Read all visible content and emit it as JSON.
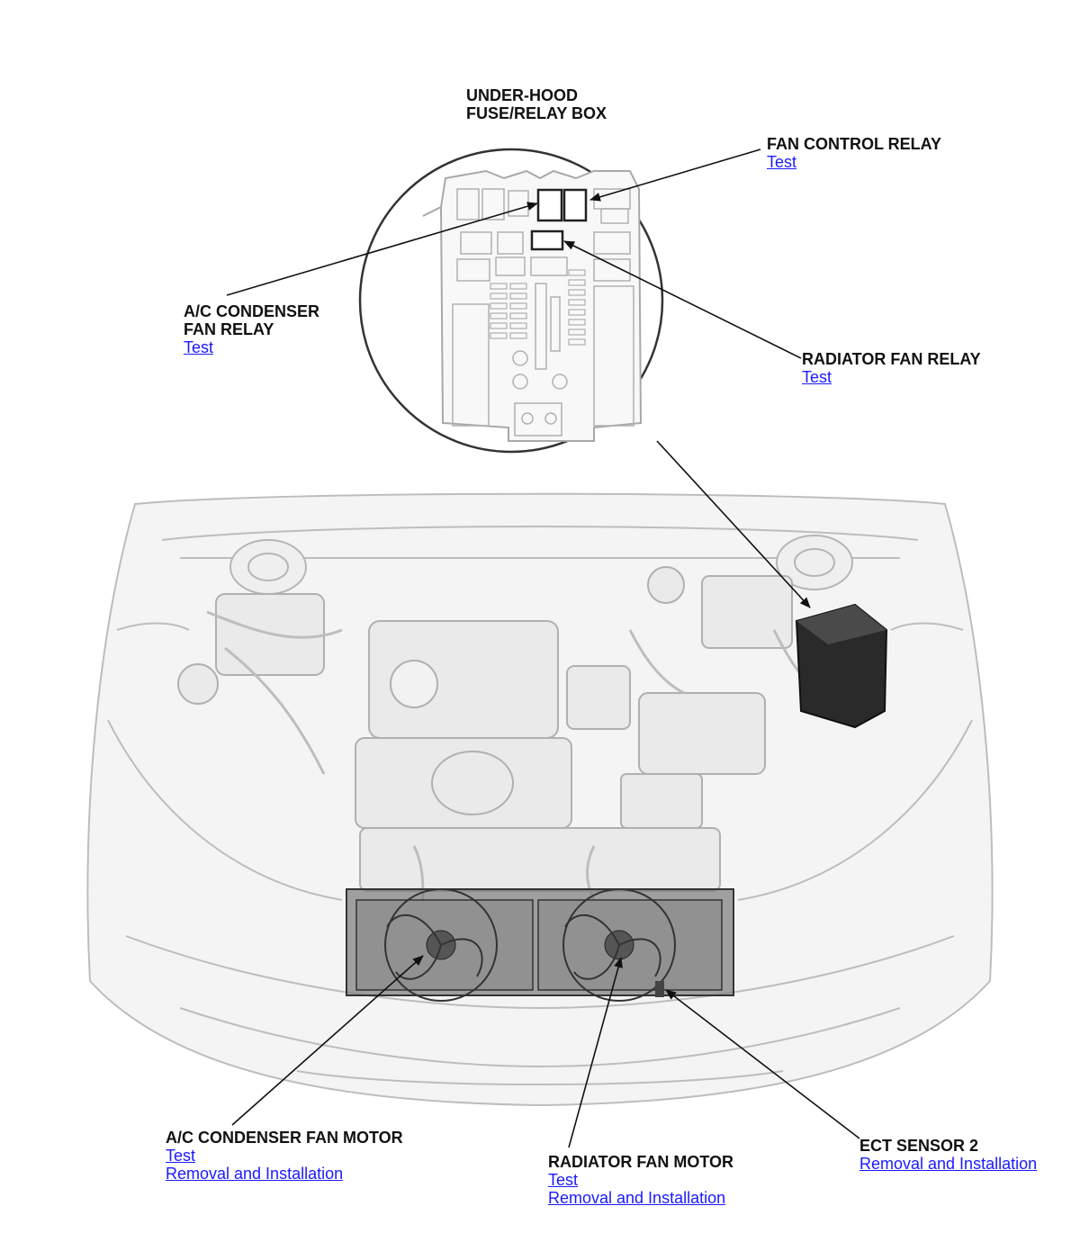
{
  "labels": {
    "fuse_box": {
      "line1": "UNDER-HOOD",
      "line2": "FUSE/RELAY BOX"
    },
    "fan_control_relay": {
      "title": "FAN CONTROL RELAY",
      "test": "Test"
    },
    "ac_condenser_fan_relay": {
      "line1": "A/C CONDENSER",
      "line2": "FAN RELAY",
      "test": "Test"
    },
    "radiator_fan_relay": {
      "title": "RADIATOR FAN RELAY",
      "test": "Test"
    },
    "ac_condenser_fan_motor": {
      "title": "A/C CONDENSER FAN MOTOR",
      "test": "Test",
      "removal": "Removal and Installation"
    },
    "radiator_fan_motor": {
      "title": "RADIATOR FAN MOTOR",
      "test": "Test",
      "removal": "Removal and Installation"
    },
    "ect_sensor_2": {
      "title": "ECT SENSOR 2",
      "removal": "Removal and Installation"
    }
  },
  "colors": {
    "link": "#1a1aff",
    "text": "#111111",
    "car_line": "#b8b8b8",
    "fan_box": "#555555"
  }
}
